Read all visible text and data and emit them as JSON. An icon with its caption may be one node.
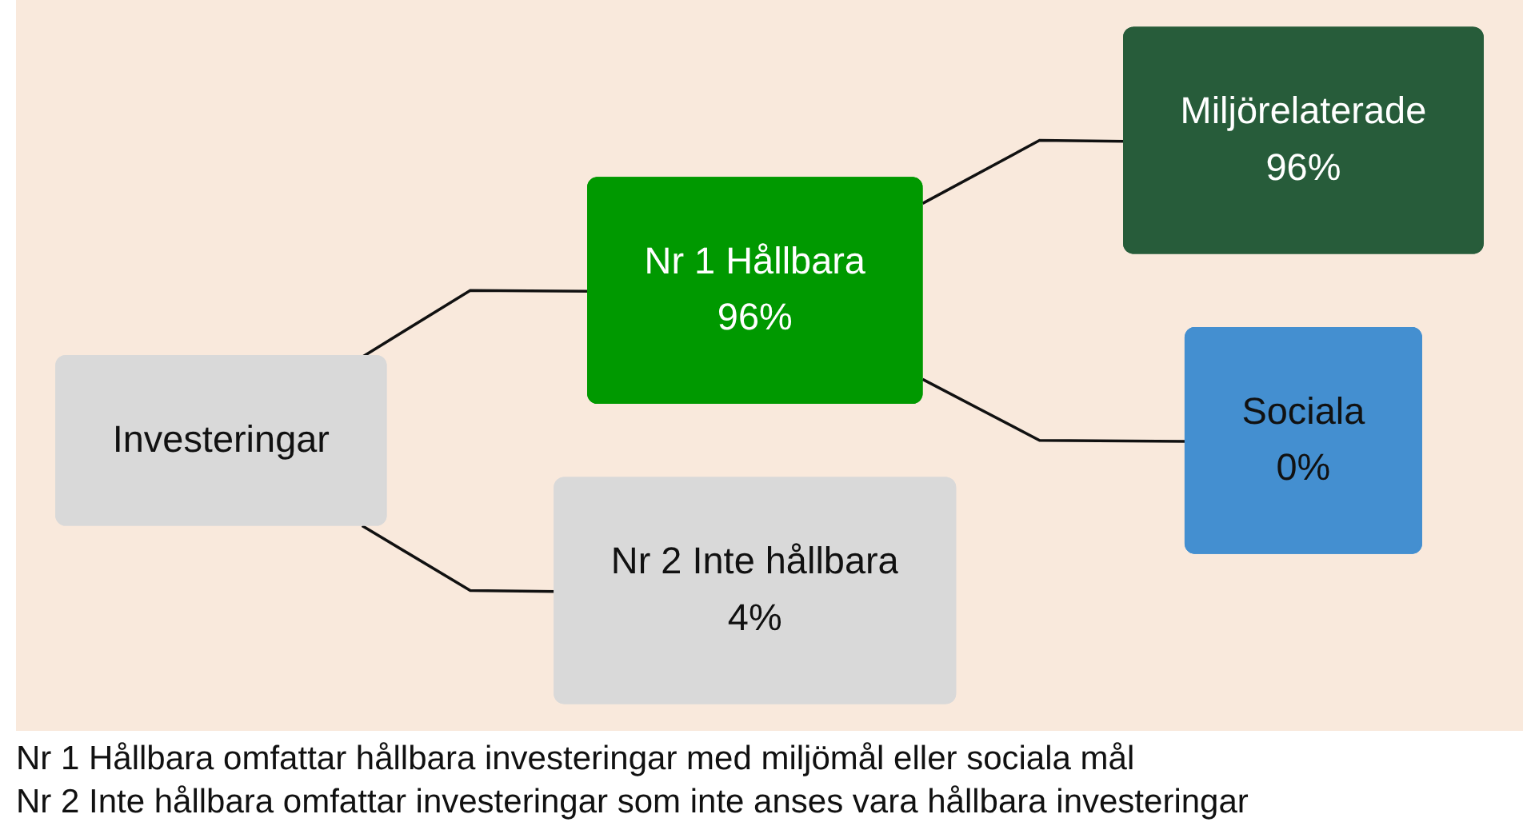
{
  "diagram": {
    "nodes": [
      {
        "text": [
          "Investeringar"
        ]
      },
      {
        "text": [
          "Nr 1 Hållbara",
          "96%"
        ]
      },
      {
        "text": [
          "Nr 2 Inte hållbara",
          "4%"
        ]
      },
      {
        "text": [
          "Miljörelaterade",
          "96%"
        ]
      },
      {
        "text": [
          "Sociala",
          "0%"
        ]
      }
    ],
    "edges": [
      {
        "from": 0,
        "to": 1,
        "arrow": "none"
      },
      {
        "from": 0,
        "to": 2,
        "arrow": "none"
      },
      {
        "from": 1,
        "to": 3,
        "arrow": "none"
      },
      {
        "from": 1,
        "to": 4,
        "arrow": "none"
      }
    ],
    "labels": [
      "Nr 1 Hållbara omfattar hållbara investeringar med miljömål eller sociala mål",
      "Nr 2 Inte hållbara omfattar investeringar som inte anses vara hållbara investeringar"
    ]
  }
}
